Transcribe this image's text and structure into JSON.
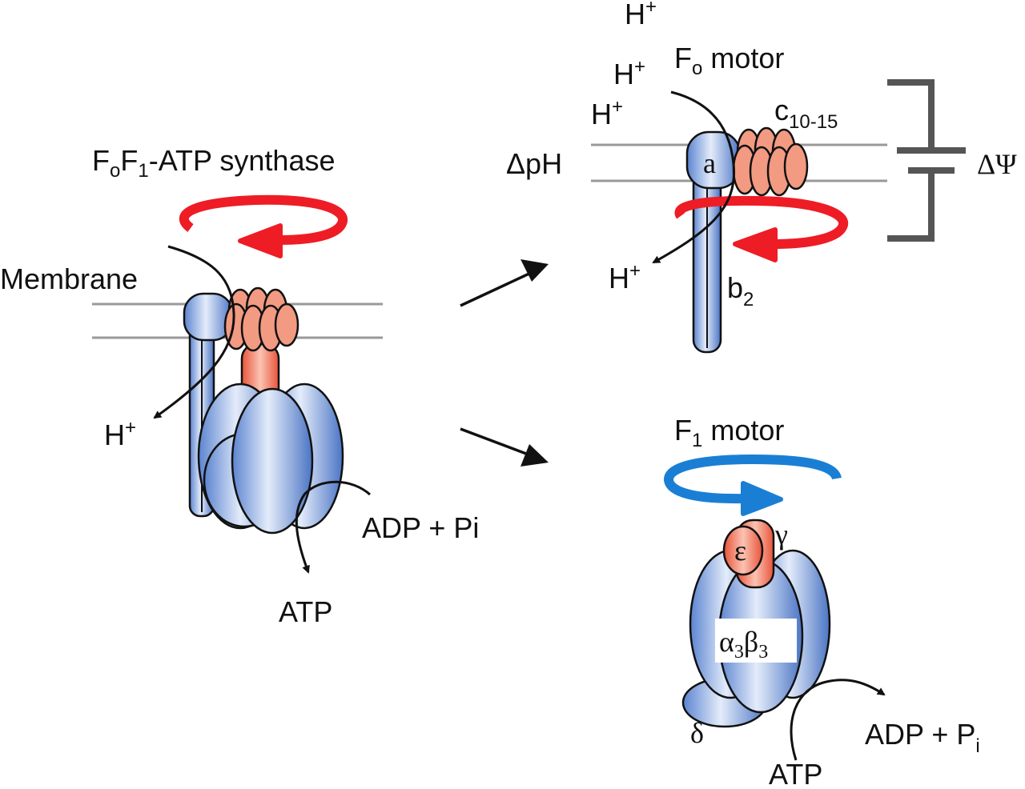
{
  "colors": {
    "subunit_blue": "#8fb2e8",
    "subunit_blue_dark": "#3f6cc0",
    "c_ring_red": "#f08870",
    "c_ring_outline": "#c0482e",
    "gamma_red": "#f06a4a",
    "rotation_red": "#ee1c25",
    "rotation_blue": "#1a7fd4",
    "membrane_grey": "#999999",
    "capacitor_grey": "#555555"
  },
  "left": {
    "title": {
      "main1": "F",
      "sub1": "o",
      "main2": "F",
      "sub2": "1",
      "rest": "-ATP synthase"
    },
    "membrane_label": "Membrane",
    "proton_out": {
      "main": "H",
      "sup": "+"
    },
    "substrate": "ADP + Pi",
    "product": "ATP"
  },
  "fo_motor": {
    "title": {
      "main": "F",
      "sub": "o",
      "rest": " motor"
    },
    "proton_top": {
      "main": "H",
      "sup": "+"
    },
    "proton_in_1": {
      "main": "H",
      "sup": "+"
    },
    "proton_in_2": {
      "main": "H",
      "sup": "+"
    },
    "proton_out": {
      "main": "H",
      "sup": "+"
    },
    "c_ring_label": {
      "main": "c",
      "sub": "10-15"
    },
    "a_label": "a",
    "b_label": {
      "main": "b",
      "sub": "2"
    },
    "delta_ph": "ΔpH",
    "delta_psi": "ΔΨ"
  },
  "f1_motor": {
    "title": {
      "main": "F",
      "sub": "1",
      "rest": " motor"
    },
    "epsilon": "ε",
    "gamma": "γ",
    "alpha_beta": {
      "a": "α",
      "a_sub": "3",
      "b": "β",
      "b_sub": "3"
    },
    "delta": "δ",
    "substrate": {
      "main": "ADP + P",
      "sub": "i"
    },
    "product": "ATP"
  }
}
